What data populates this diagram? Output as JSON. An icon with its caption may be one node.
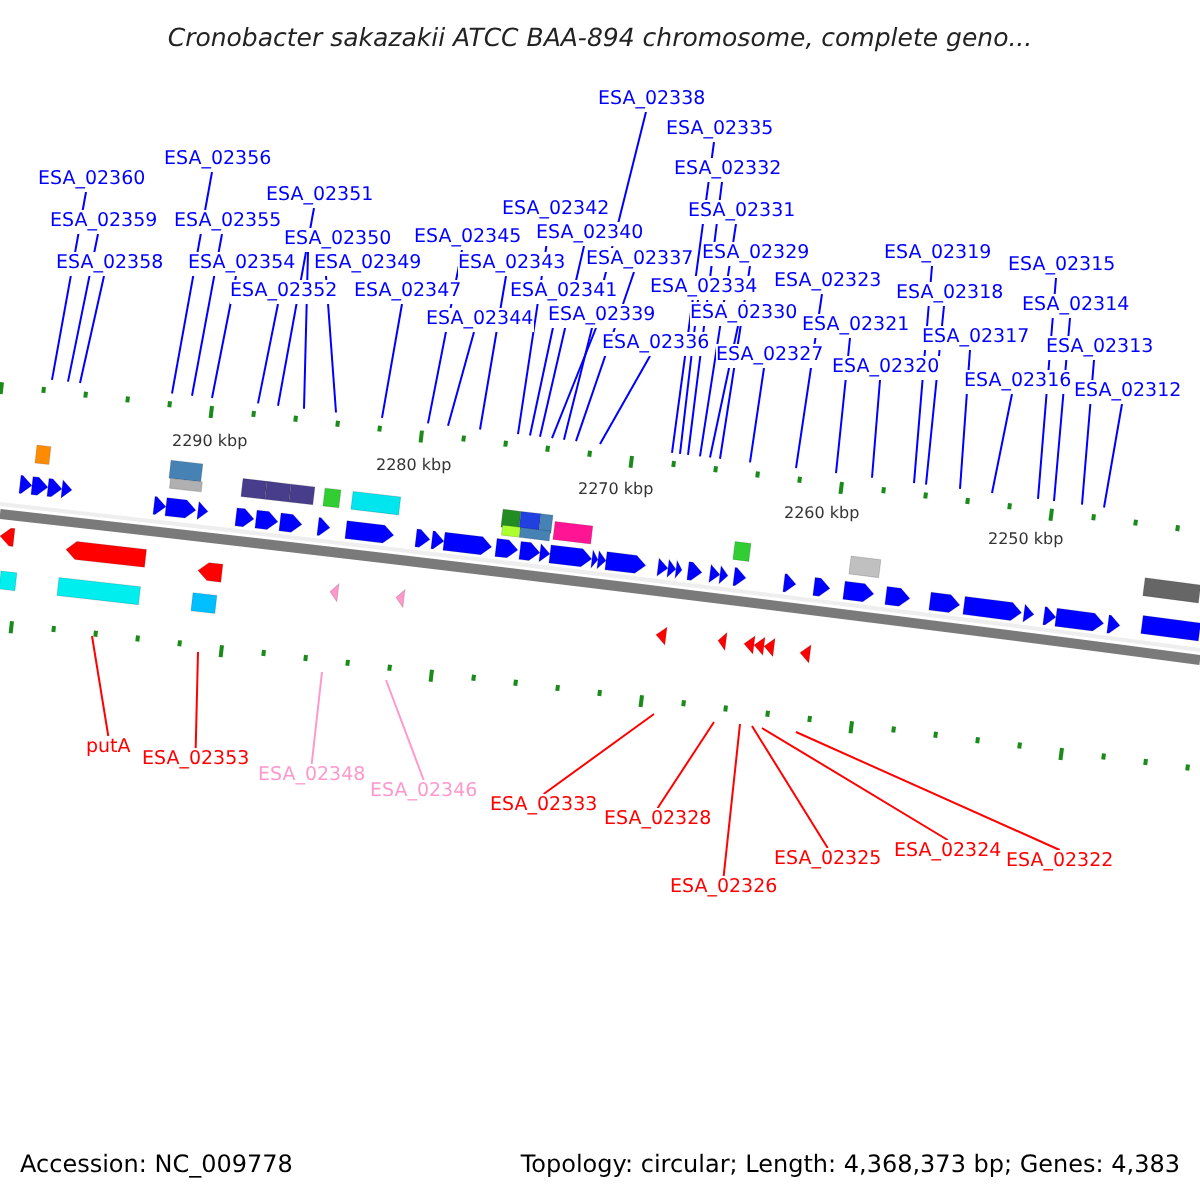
{
  "diagram": {
    "title": "Cronobacter sakazakii ATCC BAA-894 chromosome, complete geno...",
    "nodes": [
      {
        "text": [
          "ESA_02360"
        ]
      },
      {
        "text": [
          "ESA_02359"
        ]
      },
      {
        "text": [
          "ESA_02358"
        ]
      },
      {
        "text": [
          "ESA_02356"
        ]
      },
      {
        "text": [
          "ESA_02355"
        ]
      },
      {
        "text": [
          "ESA_02354"
        ]
      },
      {
        "text": [
          "ESA_02352"
        ]
      },
      {
        "text": [
          "ESA_02351"
        ]
      },
      {
        "text": [
          "ESA_02350"
        ]
      },
      {
        "text": [
          "ESA_02349"
        ]
      },
      {
        "text": [
          "ESA_02347"
        ]
      },
      {
        "text": [
          "ESA_02345"
        ]
      },
      {
        "text": [
          "ESA_02344"
        ]
      },
      {
        "text": [
          "ESA_02343"
        ]
      },
      {
        "text": [
          "ESA_02342"
        ]
      },
      {
        "text": [
          "ESA_02341"
        ]
      },
      {
        "text": [
          "ESA_02340"
        ]
      },
      {
        "text": [
          "ESA_02339"
        ]
      },
      {
        "text": [
          "ESA_02338"
        ]
      },
      {
        "text": [
          "ESA_02337"
        ]
      },
      {
        "text": [
          "ESA_02336"
        ]
      },
      {
        "text": [
          "ESA_02335"
        ]
      },
      {
        "text": [
          "ESA_02334"
        ]
      },
      {
        "text": [
          "ESA_02332"
        ]
      },
      {
        "text": [
          "ESA_02331"
        ]
      },
      {
        "text": [
          "ESA_02330"
        ]
      },
      {
        "text": [
          "ESA_02329"
        ]
      },
      {
        "text": [
          "ESA_02327"
        ]
      },
      {
        "text": [
          "ESA_02323"
        ]
      },
      {
        "text": [
          "ESA_02321"
        ]
      },
      {
        "text": [
          "ESA_02320"
        ]
      },
      {
        "text": [
          "ESA_02319"
        ]
      },
      {
        "text": [
          "ESA_02318"
        ]
      },
      {
        "text": [
          "ESA_02317"
        ]
      },
      {
        "text": [
          "ESA_02316"
        ]
      },
      {
        "text": [
          "ESA_02315"
        ]
      },
      {
        "text": [
          "ESA_02314"
        ]
      },
      {
        "text": [
          "ESA_02313"
        ]
      },
      {
        "text": [
          "ESA_02312"
        ]
      },
      {
        "text": [
          "putA"
        ]
      },
      {
        "text": [
          "ESA_02353"
        ]
      },
      {
        "text": [
          "ESA_02348"
        ]
      },
      {
        "text": [
          "ESA_02346"
        ]
      },
      {
        "text": [
          "ESA_02333"
        ]
      },
      {
        "text": [
          "ESA_02328"
        ]
      },
      {
        "text": [
          "ESA_02326"
        ]
      },
      {
        "text": [
          "ESA_02325"
        ]
      },
      {
        "text": [
          "ESA_02324"
        ]
      },
      {
        "text": [
          "ESA_02322"
        ]
      }
    ],
    "edges": [
      {
        "from": 0,
        "to": null,
        "arrow": "none"
      },
      {
        "from": 1,
        "to": null,
        "arrow": "none"
      },
      {
        "from": 2,
        "to": null,
        "arrow": "none"
      },
      {
        "from": 3,
        "to": null,
        "arrow": "none"
      },
      {
        "from": 4,
        "to": null,
        "arrow": "none"
      },
      {
        "from": 5,
        "to": null,
        "arrow": "none"
      },
      {
        "from": 6,
        "to": null,
        "arrow": "none"
      },
      {
        "from": 7,
        "to": null,
        "arrow": "none"
      },
      {
        "from": 8,
        "to": null,
        "arrow": "none"
      },
      {
        "from": 9,
        "to": null,
        "arrow": "none"
      },
      {
        "from": 10,
        "to": null,
        "arrow": "none"
      },
      {
        "from": 11,
        "to": null,
        "arrow": "none"
      },
      {
        "from": 12,
        "to": null,
        "arrow": "none"
      },
      {
        "from": 13,
        "to": null,
        "arrow": "none"
      },
      {
        "from": 14,
        "to": null,
        "arrow": "none"
      },
      {
        "from": 15,
        "to": null,
        "arrow": "none"
      },
      {
        "from": 16,
        "to": null,
        "arrow": "none"
      },
      {
        "from": 17,
        "to": null,
        "arrow": "none"
      },
      {
        "from": 18,
        "to": null,
        "arrow": "none"
      },
      {
        "from": 19,
        "to": null,
        "arrow": "none"
      },
      {
        "from": 20,
        "to": null,
        "arrow": "none"
      },
      {
        "from": 21,
        "to": null,
        "arrow": "none"
      },
      {
        "from": 22,
        "to": null,
        "arrow": "none"
      },
      {
        "from": 23,
        "to": null,
        "arrow": "none"
      },
      {
        "from": 24,
        "to": null,
        "arrow": "none"
      },
      {
        "from": 25,
        "to": null,
        "arrow": "none"
      },
      {
        "from": 26,
        "to": null,
        "arrow": "none"
      },
      {
        "from": 27,
        "to": null,
        "arrow": "none"
      },
      {
        "from": 28,
        "to": null,
        "arrow": "none"
      },
      {
        "from": 29,
        "to": null,
        "arrow": "none"
      },
      {
        "from": 30,
        "to": null,
        "arrow": "none"
      },
      {
        "from": 31,
        "to": null,
        "arrow": "none"
      },
      {
        "from": 32,
        "to": null,
        "arrow": "none"
      },
      {
        "from": 33,
        "to": null,
        "arrow": "none"
      },
      {
        "from": 34,
        "to": null,
        "arrow": "none"
      },
      {
        "from": 35,
        "to": null,
        "arrow": "none"
      },
      {
        "from": 36,
        "to": null,
        "arrow": "none"
      },
      {
        "from": 37,
        "to": null,
        "arrow": "none"
      },
      {
        "from": 38,
        "to": null,
        "arrow": "none"
      },
      {
        "from": 39,
        "to": null,
        "arrow": "none",
        "color": "#ff0000"
      },
      {
        "from": 40,
        "to": null,
        "arrow": "none",
        "color": "#ff0000"
      },
      {
        "from": 41,
        "to": null,
        "arrow": "none",
        "color": "#ff99cc"
      },
      {
        "from": 42,
        "to": null,
        "arrow": "none",
        "color": "#ff99cc"
      },
      {
        "from": 43,
        "to": null,
        "arrow": "none",
        "color": "#ff0000"
      },
      {
        "from": 44,
        "to": null,
        "arrow": "none",
        "color": "#ff0000"
      },
      {
        "from": 45,
        "to": null,
        "arrow": "none",
        "color": "#ff0000"
      },
      {
        "from": 46,
        "to": null,
        "arrow": "none",
        "color": "#ff0000"
      },
      {
        "from": 47,
        "to": null,
        "arrow": "none",
        "color": "#ff0000"
      },
      {
        "from": 48,
        "to": null,
        "arrow": "none",
        "color": "#ff0000"
      }
    ],
    "labels": [
      "2290 kbp",
      "2280 kbp",
      "2270 kbp",
      "2260 kbp",
      "2250 kbp",
      "Accession: NC_009778",
      "Topology: circular; Length: 4,368,373 bp; Genes: 4,383"
    ]
  }
}
